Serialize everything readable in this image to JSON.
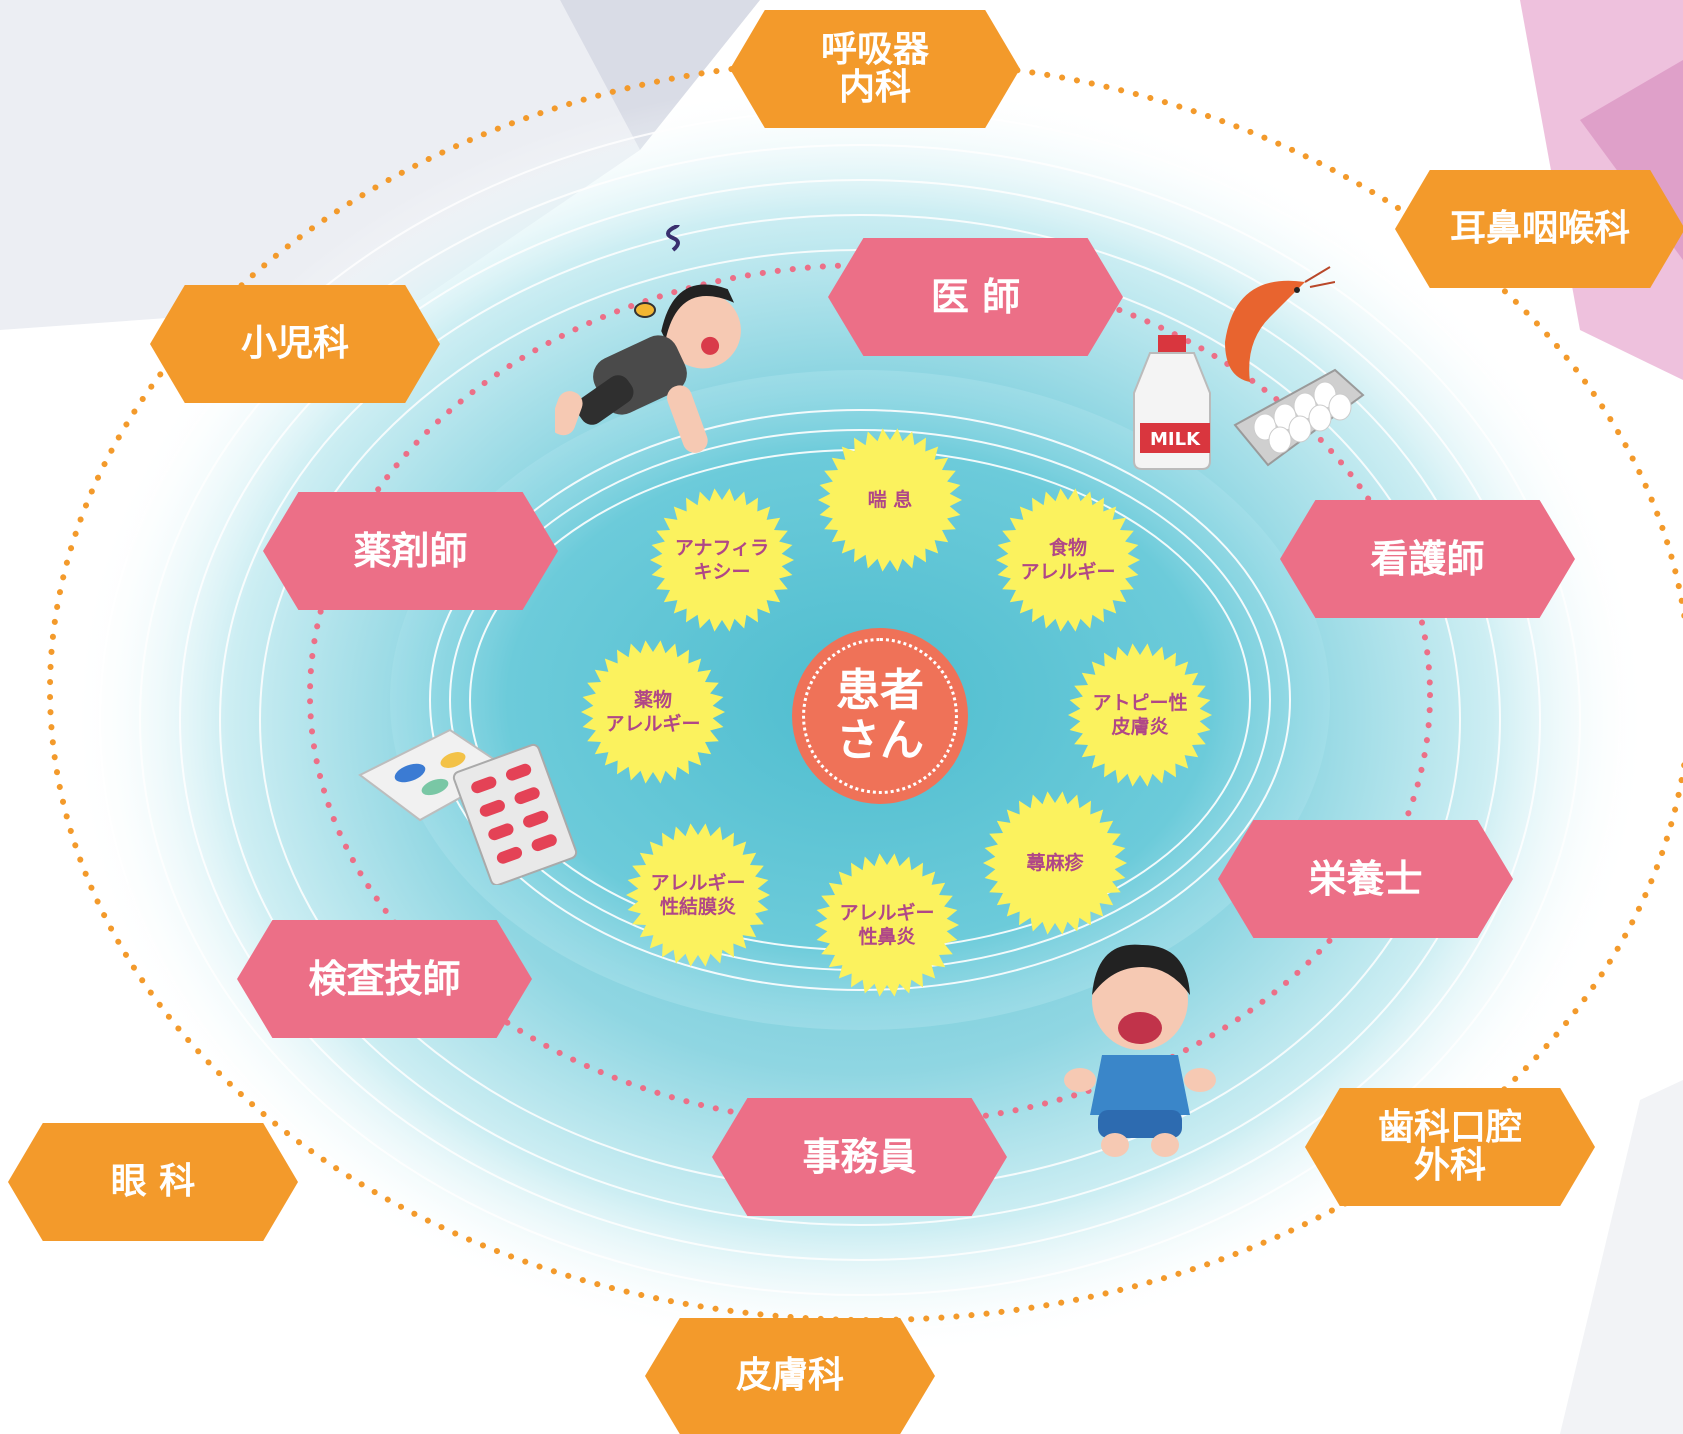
{
  "colors": {
    "department_hex": "#f39a2b",
    "staff_hex": "#ec6f87",
    "burst": "#fbf25e",
    "burst_text": "#b04787",
    "patient": "#ef7258",
    "field": "#8fd6e2"
  },
  "center": {
    "label_line1": "患者",
    "label_line2": "さん"
  },
  "departments": [
    {
      "label_line1": "呼吸器",
      "label_line2": "内科"
    },
    {
      "label_line1": "耳鼻咽喉科",
      "label_line2": ""
    },
    {
      "label_line1": "小児科",
      "label_line2": ""
    },
    {
      "label_line1": "眼 科",
      "label_line2": ""
    },
    {
      "label_line1": "皮膚科",
      "label_line2": ""
    },
    {
      "label_line1": "歯科口腔",
      "label_line2": "外科"
    }
  ],
  "staff": [
    {
      "label": "医 師"
    },
    {
      "label": "看護師"
    },
    {
      "label": "栄養士"
    },
    {
      "label": "事務員"
    },
    {
      "label": "検査技師"
    },
    {
      "label": "薬剤師"
    }
  ],
  "conditions": [
    {
      "label_line1": "喘 息",
      "label_line2": ""
    },
    {
      "label_line1": "食物",
      "label_line2": "アレルギー"
    },
    {
      "label_line1": "アトピー性",
      "label_line2": "皮膚炎"
    },
    {
      "label_line1": "蕁麻疹",
      "label_line2": ""
    },
    {
      "label_line1": "アレルギー",
      "label_line2": "性鼻炎"
    },
    {
      "label_line1": "アレルギー",
      "label_line2": "性結膜炎"
    },
    {
      "label_line1": "薬物",
      "label_line2": "アレルギー"
    },
    {
      "label_line1": "アナフィラ",
      "label_line2": "キシー"
    }
  ],
  "illustrations": {
    "milk_text": "MILK",
    "icons": [
      "bee-sting-boy-icon",
      "milk-jug-icon",
      "shrimp-icon",
      "egg-carton-icon",
      "medicine-packets-icon",
      "crying-child-icon"
    ]
  }
}
